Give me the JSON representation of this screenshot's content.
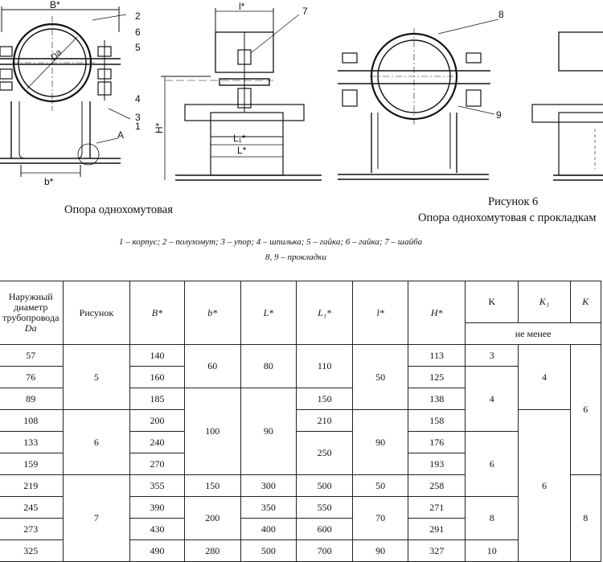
{
  "figure": {
    "labels": {
      "B": "B*",
      "Da": "Da",
      "b": "b*",
      "A": "A",
      "l": "l*",
      "L1": "L₁*",
      "L": "L*",
      "H": "H*",
      "n1": "1",
      "n2": "2",
      "n3": "3",
      "n4": "4",
      "n5": "5",
      "n6": "6",
      "n7": "7",
      "n8": "8",
      "n9": "9"
    },
    "caption_left": "Опора однохомутовая",
    "figure_number": "Рисунок 6",
    "caption_right": "Опора однохомутовая с прокладкам"
  },
  "legend": {
    "line1": "1 – корпус;  2 –  полухомут;  3 – упор;  4 – шпилька;  5 – гайка;  6 – гайка;  7 – шайба",
    "line2": "8,  9  –  прокладки"
  },
  "table": {
    "headers": {
      "diameter": "Наружный диаметр трубопровода",
      "diameter_symbol": "Da",
      "figure": "Рисунок",
      "B": "B*",
      "b": "b*",
      "L": "L*",
      "L1": "L₁*",
      "l": "l*",
      "H": "H*",
      "K": "K",
      "K1": "K₁",
      "K2": "K",
      "min_note": "не менее"
    },
    "cells": {
      "d": [
        "57",
        "76",
        "89",
        "108",
        "133",
        "159",
        "219",
        "245",
        "273",
        "325"
      ],
      "B": [
        "140",
        "160",
        "185",
        "200",
        "240",
        "270",
        "355",
        "390",
        "430",
        "490"
      ],
      "H": [
        "113",
        "125",
        "138",
        "158",
        "176",
        "193",
        "258",
        "271",
        "291",
        "327"
      ],
      "fig": [
        "5",
        "6",
        "7"
      ],
      "b": [
        "60",
        "100",
        "150",
        "200",
        "280"
      ],
      "L": [
        "80",
        "90",
        "300",
        "350",
        "400",
        "500"
      ],
      "L1": [
        "110",
        "150",
        "210",
        "250",
        "500",
        "550",
        "600",
        "700"
      ],
      "l": [
        "50",
        "90",
        "50",
        "70",
        "90"
      ],
      "K": [
        "3",
        "4",
        "6",
        "8",
        "10"
      ],
      "K1": [
        "4",
        "6"
      ],
      "K2": [
        "6",
        "8"
      ]
    }
  }
}
